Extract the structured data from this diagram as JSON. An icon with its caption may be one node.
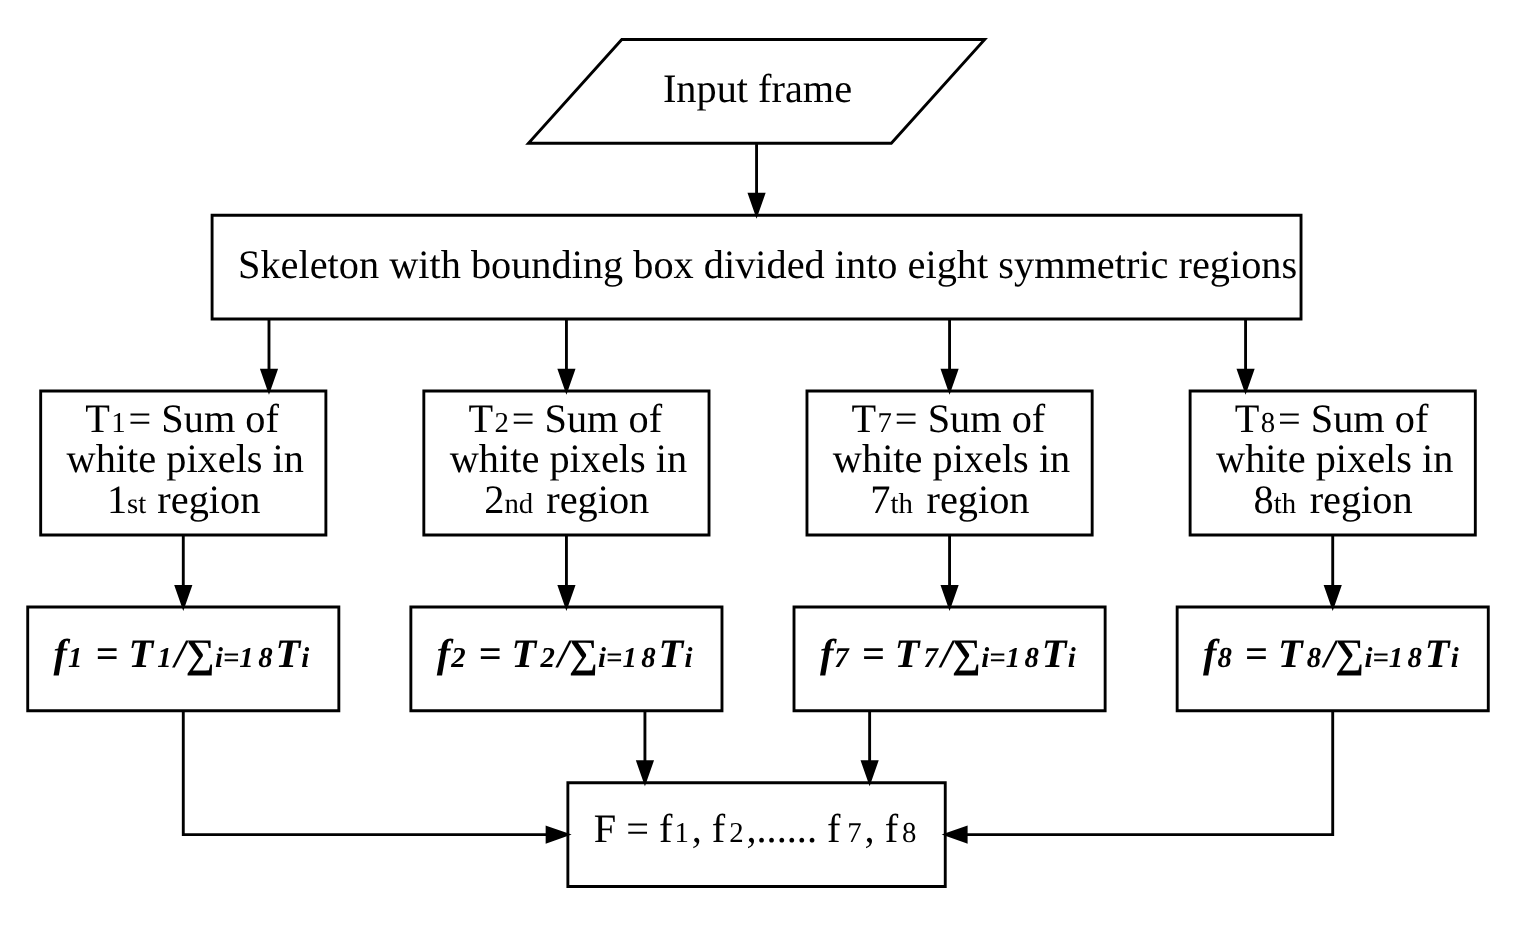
{
  "diagram": {
    "nodes": [
      {
        "text": [
          "Input frame"
        ]
      },
      {
        "text": [
          "Skeleton with bounding box divided into eight symmetric regions"
        ]
      },
      {
        "text": [
          "T$_{1}$= Sum of white pixels in 1$^{st}$ region"
        ]
      },
      {
        "text": [
          "T$_{2}$= Sum of white pixels in 2$^{nd}$ region"
        ]
      },
      {
        "text": [
          "T$_{7}$= Sum of white pixels in 7$^{th}$ region"
        ]
      },
      {
        "text": [
          "T$_{8}$= Sum of white pixels in 8$^{th}$ region"
        ]
      },
      {
        "text": [
          "f$^{1}$ = T$_{1}$/∑$_{i=1}$$^{8}$T$_{i}$"
        ]
      },
      {
        "text": [
          "f$^{2}$ = T$_{2}$/∑$_{i=1}$$^{8}$T$_{i}$"
        ]
      },
      {
        "text": [
          "f$^{7}$ = T$_{7}$/∑$_{i=1}$$^{8}$T$_{i}$"
        ]
      },
      {
        "text": [
          "f$^{8}$ = T$_{8}$/∑$_{i=1}$$^{8}$T$_{i}$"
        ]
      },
      {
        "text": [
          "F = f$^{1}$, f$^{2}$,...... f$^{7}$, f$^{8}$"
        ]
      }
    ],
    "edges": [
      {
        "from": 0,
        "to": 1,
        "arrow": "to"
      },
      {
        "from": 1,
        "to": 2,
        "arrow": "to"
      },
      {
        "from": 1,
        "to": 3,
        "arrow": "to"
      },
      {
        "from": 1,
        "to": 4,
        "arrow": "to"
      },
      {
        "from": 1,
        "to": 5,
        "arrow": "to"
      },
      {
        "from": 2,
        "to": 6,
        "arrow": "to"
      },
      {
        "from": 3,
        "to": 7,
        "arrow": "to"
      },
      {
        "from": 4,
        "to": 8,
        "arrow": "to"
      },
      {
        "from": 5,
        "to": 9,
        "arrow": "to"
      },
      {
        "from": 6,
        "to": 10,
        "arrow": "to"
      },
      {
        "from": 7,
        "to": 10,
        "arrow": "to"
      },
      {
        "from": 8,
        "to": 10,
        "arrow": "to"
      },
      {
        "from": 9,
        "to": 10,
        "arrow": "to"
      }
    ]
  }
}
